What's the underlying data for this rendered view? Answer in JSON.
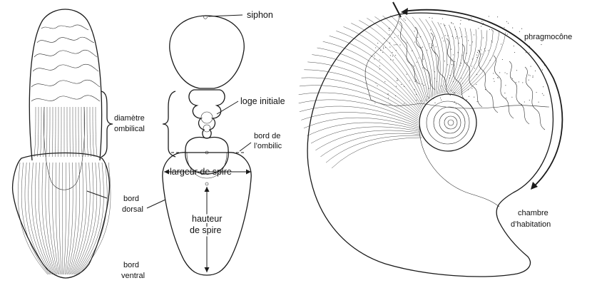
{
  "labels": {
    "siphon": "siphon",
    "loge_initiale": "loge initiale",
    "diametre_ombilical_1": "diamètre",
    "diametre_ombilical_2": "ombilical",
    "bord_ombilic_1": "bord de",
    "bord_ombilic_2": "l’ombilic",
    "largeur_spire": "largeur de spire",
    "bord_dorsal_1": "bord",
    "bord_dorsal_2": "dorsal",
    "hauteur_spire_1": "hauteur",
    "hauteur_spire_2": "de spire",
    "bord_ventral_1": "bord",
    "bord_ventral_2": "ventral",
    "phragmocone": "phragmocône",
    "chambre_1": "chambre",
    "chambre_2": "d’habitation"
  },
  "colors": {
    "ink": "#1a1a1a",
    "paper": "#ffffff"
  }
}
